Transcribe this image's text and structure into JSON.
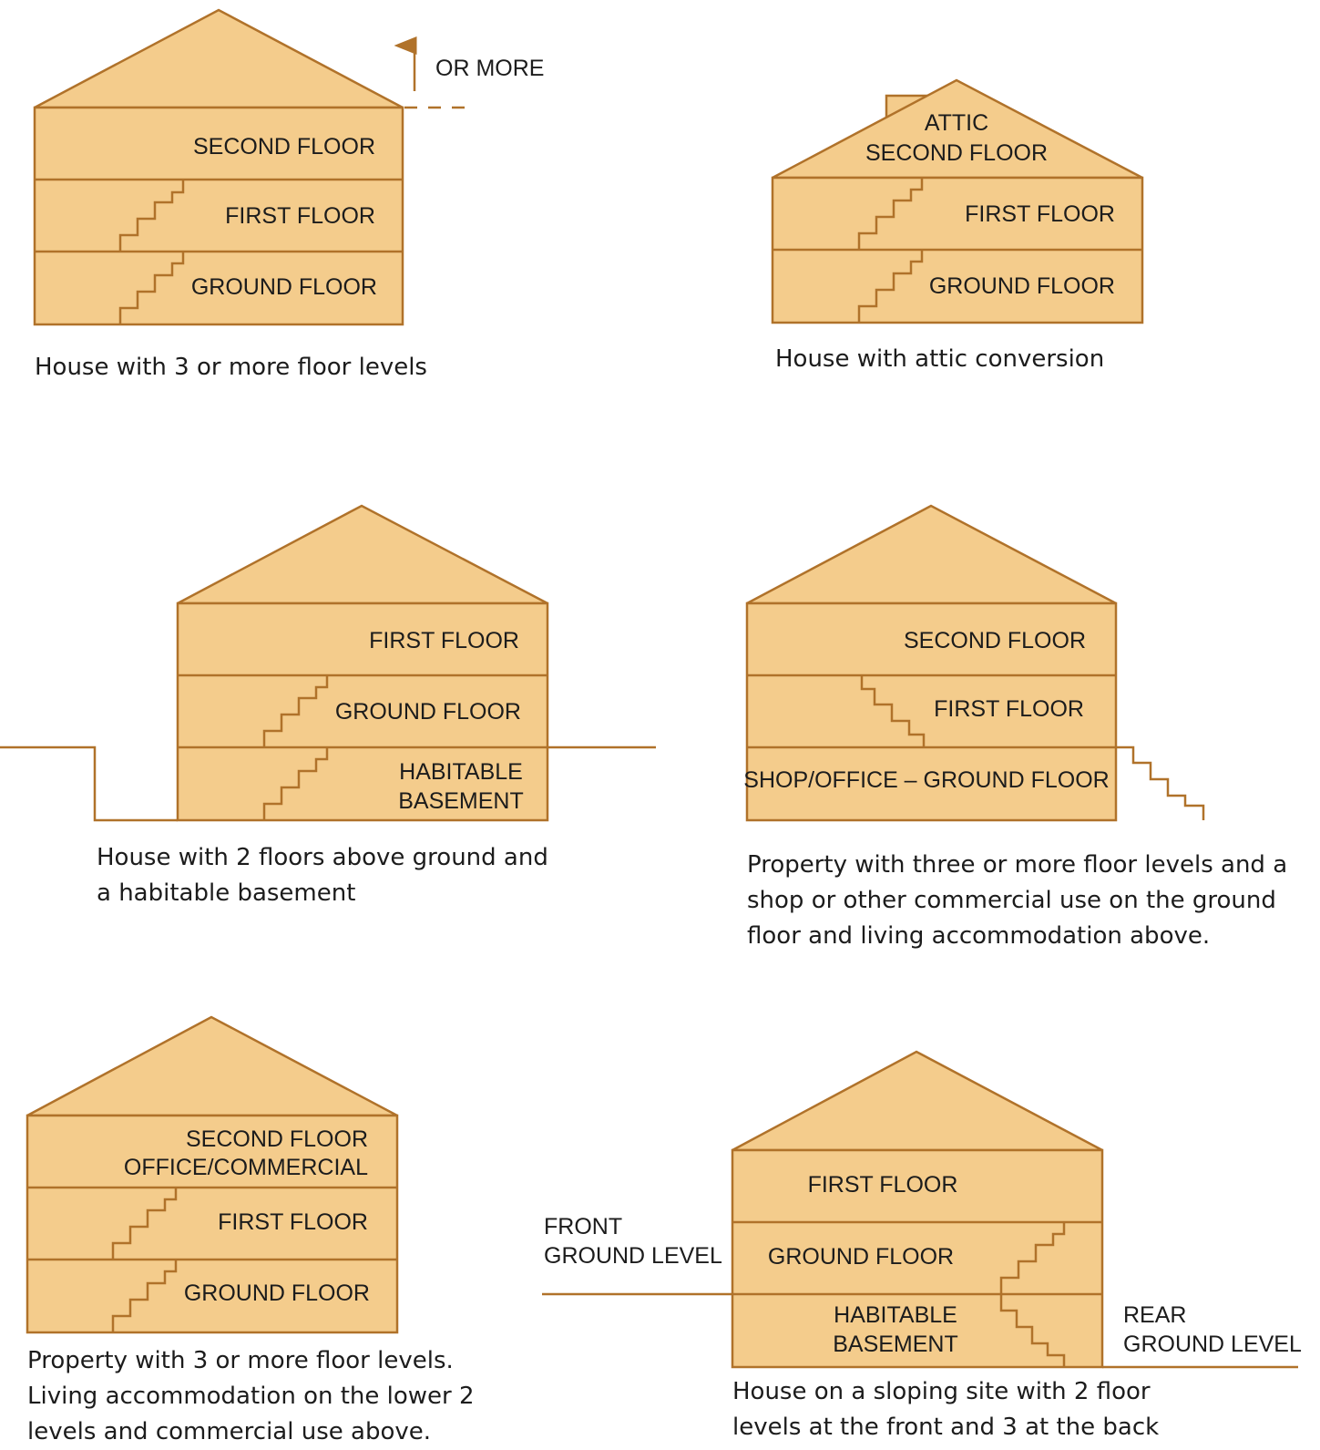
{
  "diagrams": {
    "d1": {
      "arrow_label": "OR MORE",
      "floors": [
        "SECOND FLOOR",
        "FIRST FLOOR",
        "GROUND FLOOR"
      ],
      "caption": [
        "House with 3 or more floor levels"
      ]
    },
    "d2": {
      "roof_labels": [
        "ATTIC",
        "SECOND FLOOR"
      ],
      "floors": [
        "FIRST FLOOR",
        "GROUND FLOOR"
      ],
      "caption": [
        "House with attic conversion"
      ]
    },
    "d3": {
      "floors": [
        "FIRST FLOOR",
        "GROUND FLOOR"
      ],
      "basement": [
        "HABITABLE",
        "BASEMENT"
      ],
      "caption": [
        "House with 2 floors above ground and",
        "a habitable basement"
      ]
    },
    "d4": {
      "floors": [
        "SECOND FLOOR",
        "FIRST FLOOR",
        "SHOP/OFFICE – GROUND FLOOR"
      ],
      "caption": [
        "Property with three or more floor levels and a",
        "shop or other commercial use on the ground",
        "floor and living accommodation above."
      ]
    },
    "d5": {
      "top_floor": [
        "SECOND FLOOR",
        "OFFICE/COMMERCIAL"
      ],
      "floors": [
        "FIRST FLOOR",
        "GROUND FLOOR"
      ],
      "caption": [
        "Property with 3 or more floor levels.",
        "Living accommodation on the lower 2",
        "levels and commercial use above."
      ]
    },
    "d6": {
      "front_label": [
        "FRONT",
        "GROUND LEVEL"
      ],
      "rear_label": [
        "REAR",
        "GROUND LEVEL"
      ],
      "floors": [
        "FIRST FLOOR",
        "GROUND FLOOR"
      ],
      "basement": [
        "HABITABLE",
        "BASEMENT"
      ],
      "caption": [
        "House on a sloping site with 2 floor",
        "levels at the front and 3 at the back"
      ]
    }
  },
  "colors": {
    "fill": "#f4cc8c",
    "stroke": "#b0722a",
    "text": "#1c1c1c"
  }
}
